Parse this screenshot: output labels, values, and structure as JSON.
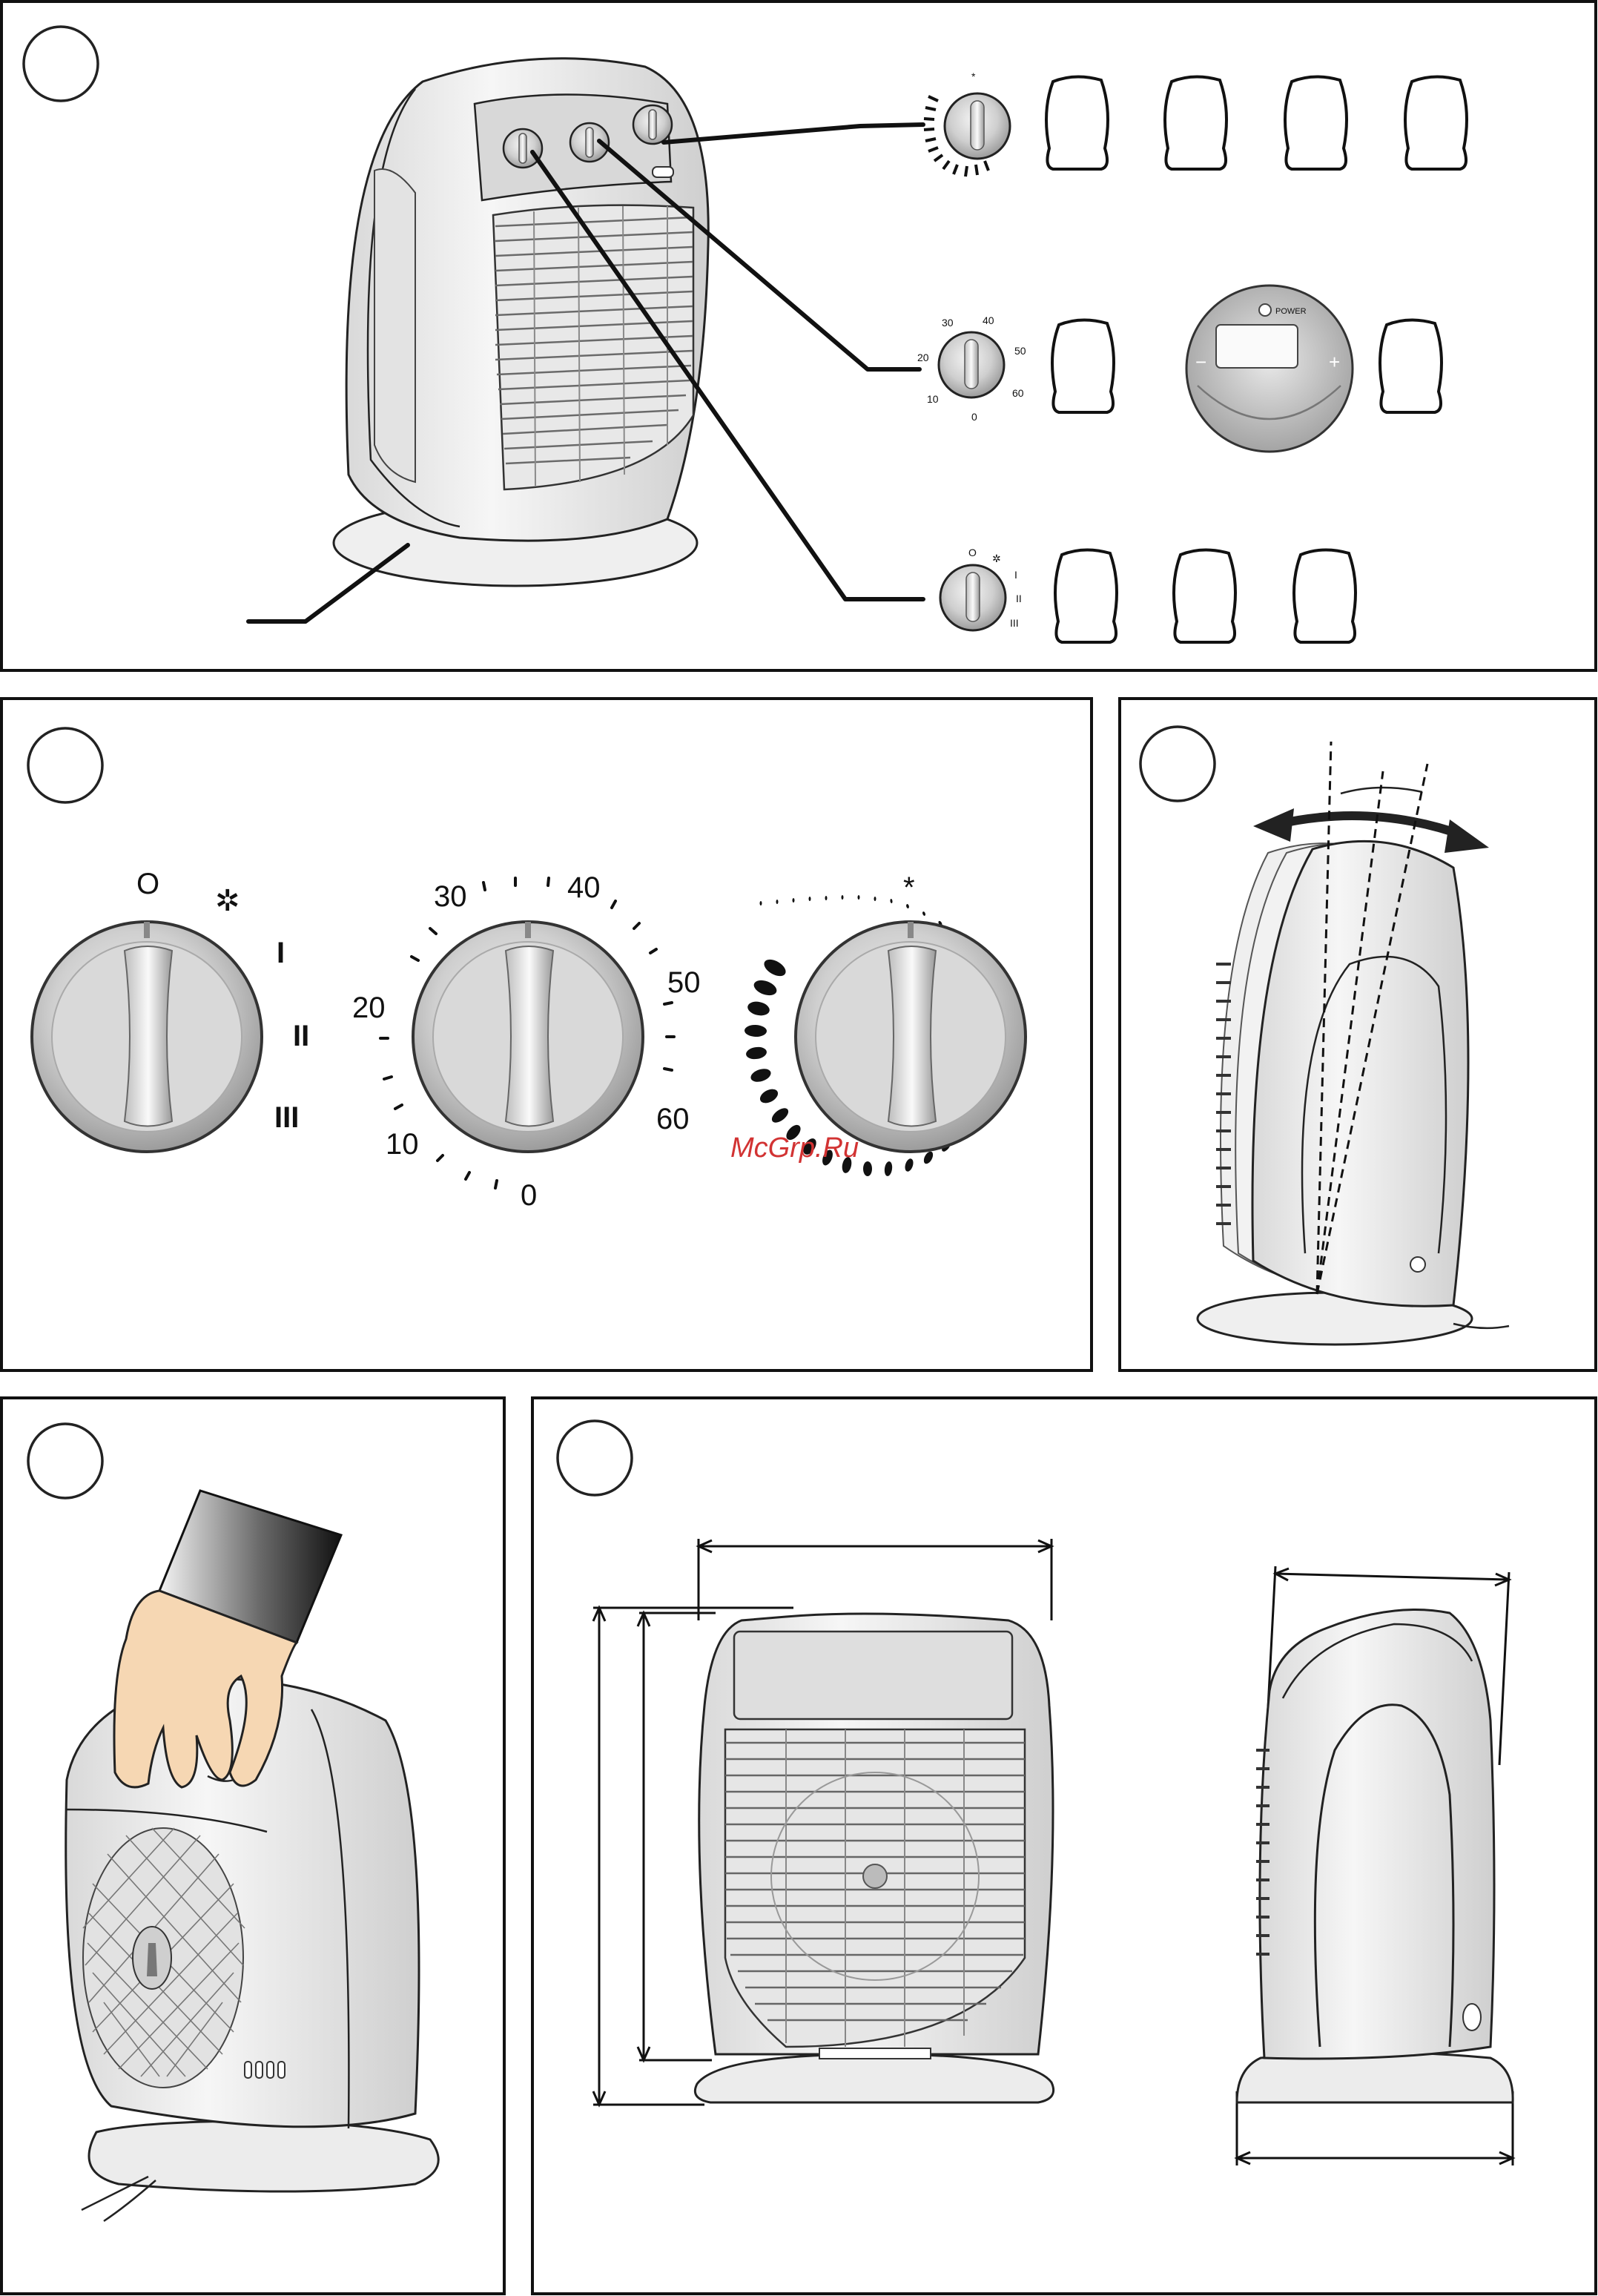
{
  "page": {
    "watermark": "McGrp.Ru"
  },
  "panels": {
    "p1": {
      "circle_label": ""
    },
    "p2": {
      "circle_label": ""
    },
    "p3": {
      "circle_label": ""
    },
    "p4": {
      "circle_label": ""
    },
    "p5": {
      "circle_label": ""
    }
  },
  "knobs": {
    "mode": {
      "symbols": [
        "O",
        "✲",
        "I",
        "II",
        "III"
      ]
    },
    "timer": {
      "labels": [
        "30",
        "40",
        "50",
        "60",
        "0",
        "10",
        "20"
      ]
    },
    "thermostat": {
      "symbols": [
        "*"
      ]
    }
  },
  "mini_knobs": {
    "timer_labels": [
      "30",
      "40",
      "20",
      "50",
      "10",
      "60",
      "0"
    ],
    "display_power_label": "POWER",
    "display_minus": "−",
    "display_plus": "+"
  },
  "colors": {
    "knob_fill": "#c8c8c8",
    "knob_highlight": "#eeeeee",
    "body_fill": "#efefef",
    "skin": "#f6d7b3",
    "sleeve_dark": "#1a1a1a",
    "watermark": "#d23333"
  }
}
